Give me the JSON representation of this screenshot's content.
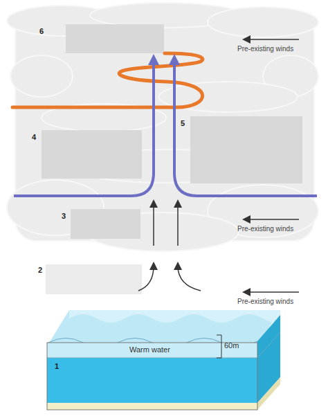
{
  "diagram": {
    "labels": [
      "6",
      "Pre-existing winds",
      "4",
      "5",
      "3",
      "Pre-existing winds",
      "2",
      "Pre-existing winds",
      "Warm water",
      "60m",
      "1"
    ]
  }
}
